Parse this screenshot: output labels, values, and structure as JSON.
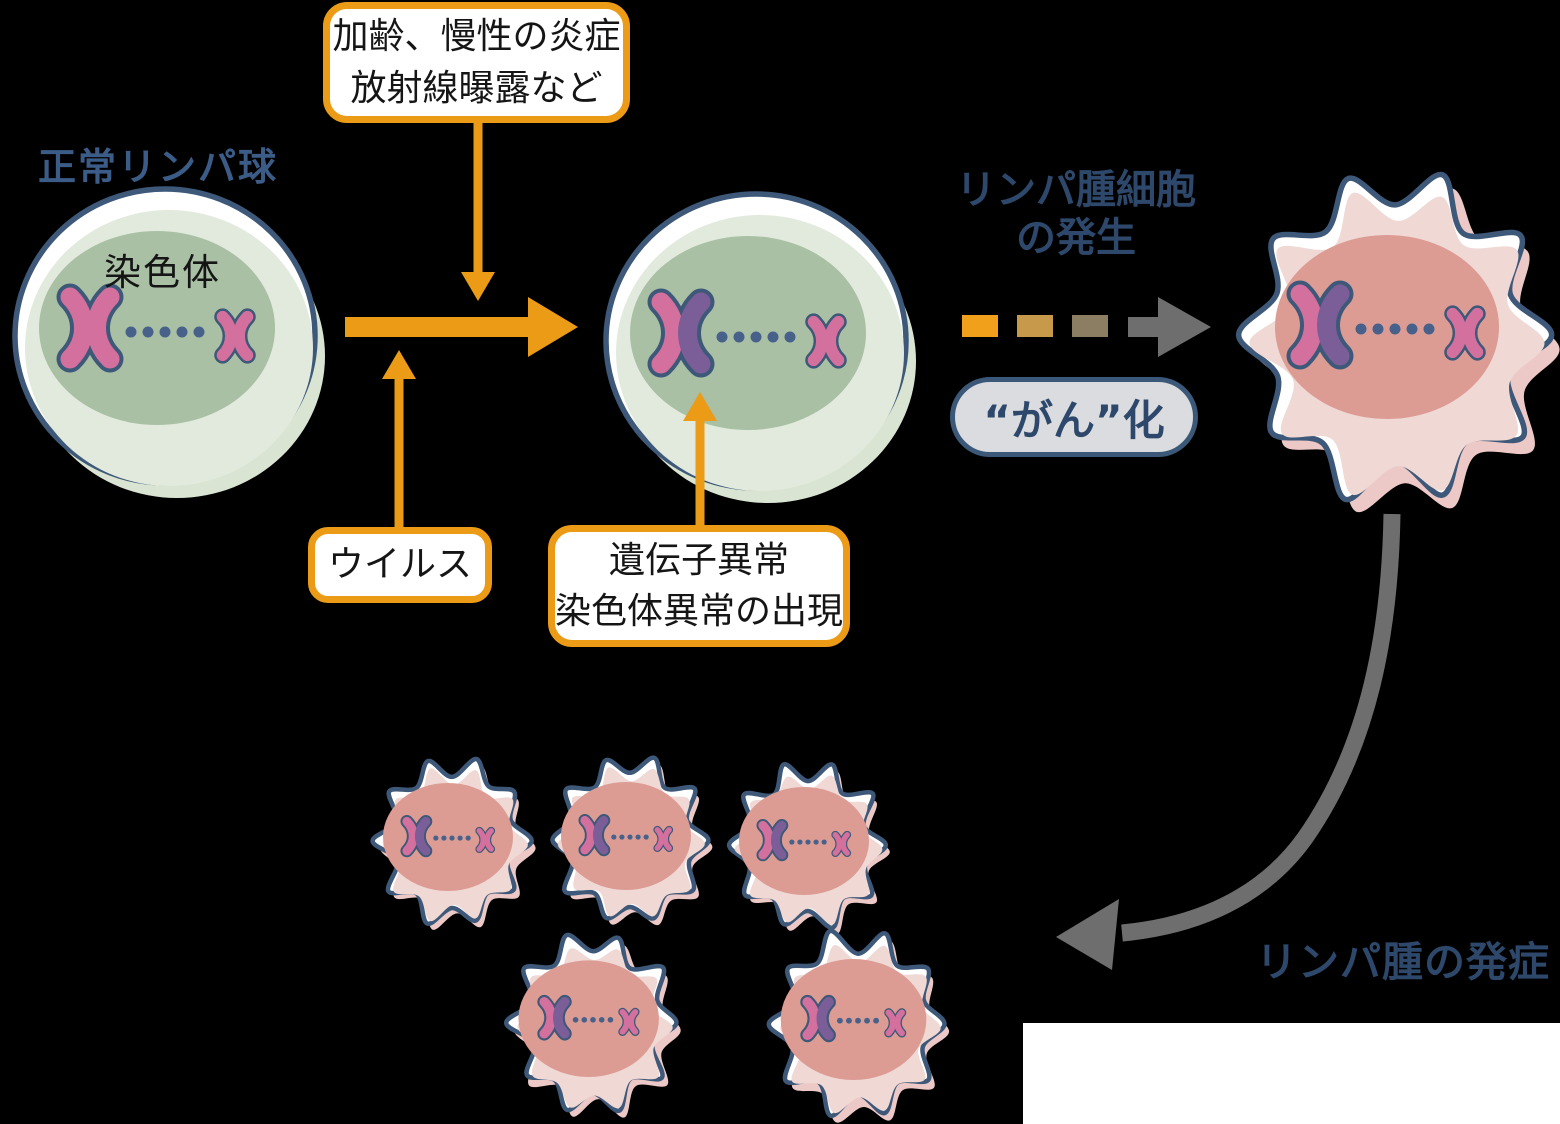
{
  "diagram": {
    "normal_cell": {
      "title": "正常リンパ球",
      "chromosome_label": "染色体"
    },
    "factors_box": {
      "line1": "加齢、慢性の炎症",
      "line2": "放射線曝露など"
    },
    "virus_box": {
      "label": "ウイルス"
    },
    "abnormality_box": {
      "line1": "遺伝子異常",
      "line2": "染色体異常の出現"
    },
    "genesis_heading": {
      "line1": "リンパ腫細胞",
      "line2": "の発生"
    },
    "cancer_pill": {
      "label": "“がん”化"
    },
    "onset_label": {
      "text": "リンパ腫の発症"
    },
    "lymphoma_small_cell_count": 5
  },
  "colors": {
    "bg": "#000000",
    "orange": "#EC9B17",
    "navy_heading": "#2D486B",
    "navy_label": "#3C5C88",
    "box_text": "#151515",
    "box_bg": "#FFFFFF",
    "pill_bg": "#DADCDF",
    "pill_border": "#3B5878",
    "cell_outline": "#3D5878",
    "normal_outer": "#E2EADD",
    "normal_bleed": "#D9E4D2",
    "nucleus_green": "#A9C0A5",
    "cancer_outer": "#F0D8D5",
    "cancer_bleed": "#ECC9C6",
    "nucleus_pink": "#DC9C94",
    "chrom_pink": "#D4709D",
    "chrom_purple": "#7B5E97",
    "dot_blue": "#47618A",
    "dash_orange": "#F0A01A",
    "dash_tan": "#C79A4B",
    "dash_brown": "#8C7E62",
    "arrow_gray": "#6E6E6E"
  }
}
